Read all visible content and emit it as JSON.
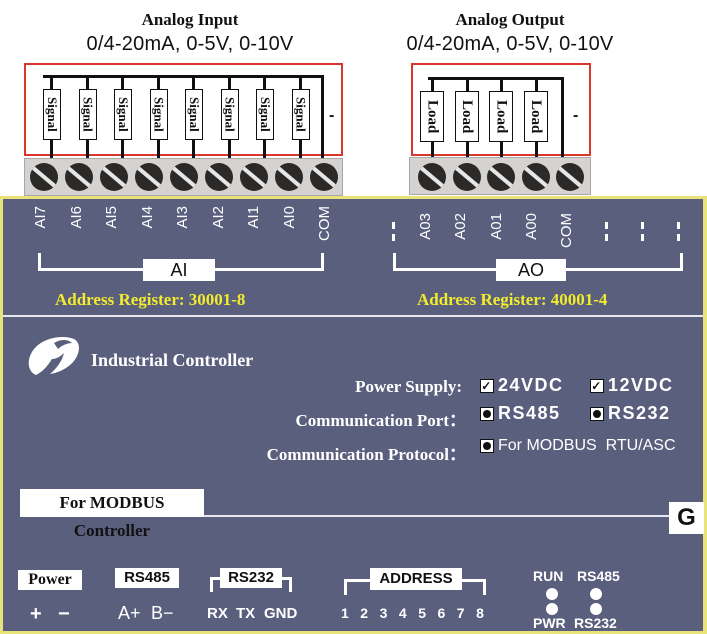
{
  "analog_input": {
    "title": "Analog Input",
    "range": "0/4-20mA, 0-5V, 0-10V",
    "components": [
      "Signal",
      "Signal",
      "Signal",
      "Signal",
      "Signal",
      "Signal",
      "Signal",
      "Signal"
    ],
    "minus_label": "-",
    "pins": [
      "AI7",
      "AI6",
      "AI5",
      "AI4",
      "AI3",
      "AI2",
      "AI1",
      "AI0",
      "COM"
    ],
    "group_label": "AI",
    "address_register": "Address Register: 30001-8"
  },
  "analog_output": {
    "title": "Analog Output",
    "range": "0/4-20mA, 0-5V, 0-10V",
    "components": [
      "Load",
      "Load",
      "Load",
      "Load"
    ],
    "minus_label": "-",
    "pins": [
      "A03",
      "A02",
      "A01",
      "A00",
      "COM"
    ],
    "group_label": "AO",
    "address_register": "Address Register: 40001-4"
  },
  "device": {
    "logo_icon": "brand-swirl-logo",
    "name": "Industrial Controller",
    "specs": [
      {
        "label": "Power Supply:",
        "options": [
          {
            "marker": "check",
            "text": "24VDC"
          },
          {
            "marker": "check",
            "text": "12VDC"
          }
        ]
      },
      {
        "label": "Communication Port：",
        "options": [
          {
            "marker": "dot",
            "text": "RS485"
          },
          {
            "marker": "dot",
            "text": "RS232"
          }
        ]
      },
      {
        "label": "Communication Protocol：",
        "options": [
          {
            "marker": "dot",
            "text": "For MODBUS  RTU/ASC"
          }
        ]
      }
    ],
    "modbus_label": "For MODBUS Controller",
    "ground_label": "G"
  },
  "bottom": {
    "power": {
      "label": "Power",
      "pins": [
        "+",
        "−"
      ]
    },
    "rs485": {
      "label": "RS485",
      "pins": [
        "A+",
        "B−"
      ]
    },
    "rs232": {
      "label": "RS232",
      "pins": [
        "RX",
        "TX",
        "GND"
      ]
    },
    "address": {
      "label": "ADDRESS",
      "pins": [
        "1",
        "2",
        "3",
        "4",
        "5",
        "6",
        "7",
        "8"
      ]
    },
    "leds": {
      "top": [
        "RUN",
        "RS485"
      ],
      "bottom": [
        "PWR",
        "RS232"
      ]
    }
  },
  "colors": {
    "panel": "#5a5f7e",
    "accent_yellow": "#f2ec2c",
    "wiring_box_border": "#d9372b"
  }
}
